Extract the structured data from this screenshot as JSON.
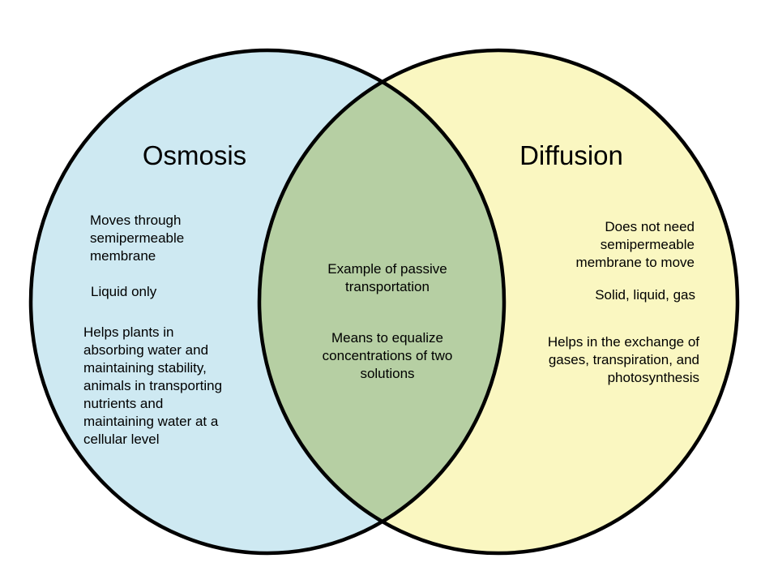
{
  "venn": {
    "outline_color": "#000000",
    "background_color": "#ffffff",
    "text_color": "#000000",
    "left": {
      "title": "Osmosis",
      "color": "#cee9f2",
      "items": [
        "Moves through\nsemipermeable\nmembrane",
        "Liquid only",
        "Helps plants in\nabsorbing water and\nmaintaining stability,\nanimals in transporting\nnutrients and\nmaintaining water at a\ncellular level"
      ]
    },
    "right": {
      "title": "Diffusion",
      "color": "#faf7c1",
      "items": [
        "Does not need\nsemipermeable\nmembrane to move",
        "Solid, liquid, gas",
        "Helps in the exchange of\ngases, transpiration, and\nphotosynthesis"
      ]
    },
    "overlap": {
      "color": "#b6cfa3",
      "items": [
        "Example of passive\ntransportation",
        "Means to equalize\nconcentrations of two\nsolutions"
      ]
    }
  }
}
